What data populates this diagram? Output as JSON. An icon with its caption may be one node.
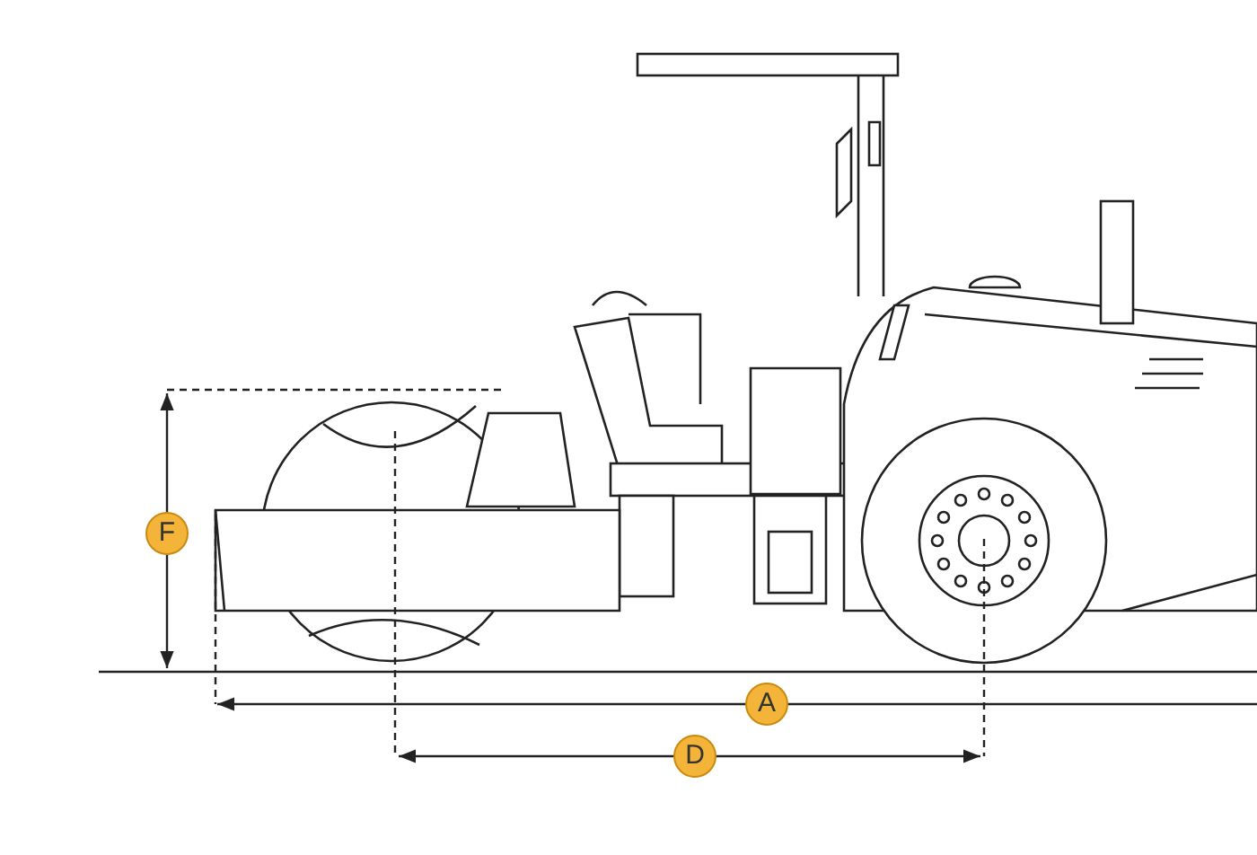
{
  "diagram": {
    "labels": [
      "F",
      "A",
      "D"
    ]
  }
}
